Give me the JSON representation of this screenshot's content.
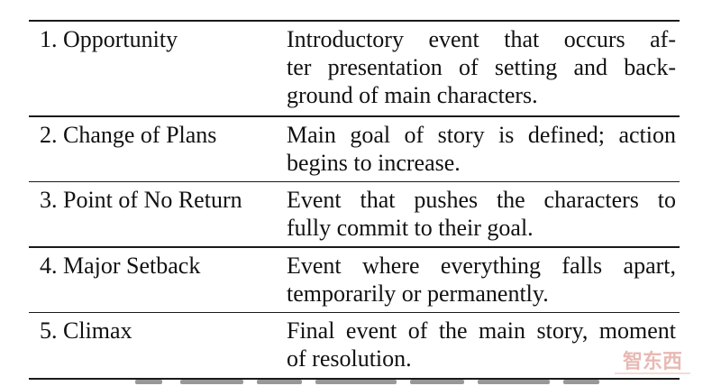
{
  "table": {
    "rows": [
      {
        "term": "1. Opportunity",
        "definition_lines": [
          "Introductory event that occurs af-",
          "ter presentation of setting and back-",
          "ground of main characters."
        ]
      },
      {
        "term": "2. Change of Plans",
        "definition_lines": [
          "Main goal of story is defined; action",
          "begins to increase."
        ]
      },
      {
        "term": "3. Point of No Return",
        "definition_lines": [
          "Event that pushes the characters to",
          "fully commit to their goal."
        ]
      },
      {
        "term": "4. Major Setback",
        "definition_lines": [
          "Event where everything falls apart,",
          "temporarily or permanently."
        ]
      },
      {
        "term": "5. Climax",
        "definition_lines": [
          "Final event of the main story, moment",
          "of resolution."
        ]
      }
    ]
  },
  "watermark": {
    "text": "智东西",
    "color": "#c0392b"
  }
}
